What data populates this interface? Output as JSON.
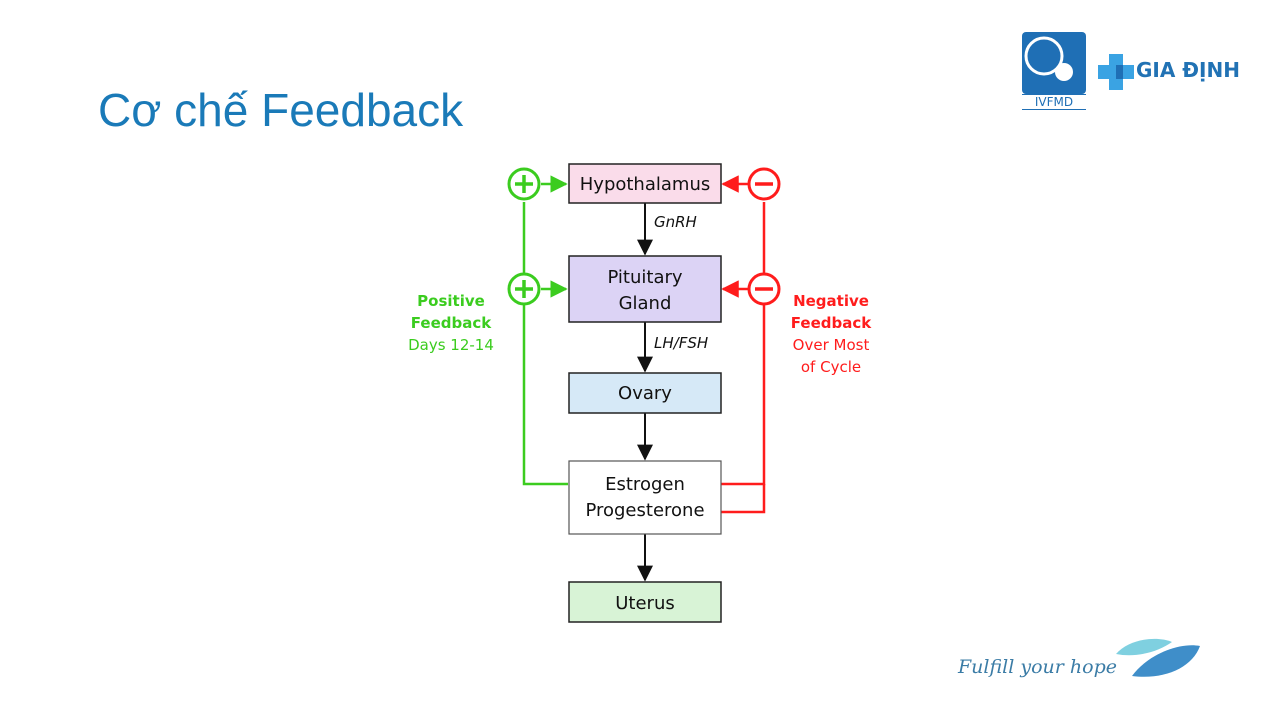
{
  "slide": {
    "title": "Cơ chế Feedback",
    "tagline": "Fulfill your hope"
  },
  "logos": {
    "ivfmd": {
      "text": "IVFMD",
      "icon": "ivfmd-logo-icon",
      "color": "#1f6fb5"
    },
    "giadinh": {
      "text": "GIA ĐỊNH",
      "icon": "medical-cross-icon",
      "color": "#2172b4"
    },
    "leaf": {
      "icon": "leaf-logo-icon",
      "colors": [
        "#7fd0e0",
        "#3f8ec9"
      ]
    }
  },
  "diagram": {
    "nodes": {
      "hypothalamus": {
        "lines": [
          "Hypothalamus"
        ],
        "fill": "#fadcea"
      },
      "pituitary": {
        "lines": [
          "Pituitary",
          "Gland"
        ],
        "fill": "#dcd3f5"
      },
      "ovary": {
        "lines": [
          "Ovary"
        ],
        "fill": "#d6e9f7"
      },
      "hormones": {
        "lines": [
          "Estrogen",
          "Progesterone"
        ],
        "fill": "#ffffff"
      },
      "uterus": {
        "lines": [
          "Uterus"
        ],
        "fill": "#d8f3d6"
      }
    },
    "edge_labels": {
      "gnrh": "GnRH",
      "lhfsh": "LH/FSH"
    },
    "positive_feedback": {
      "title_line1": "Positive",
      "title_line2": "Feedback",
      "subtitle": "Days 12-14",
      "symbol": "+",
      "color": "#3bcc1f"
    },
    "negative_feedback": {
      "title_line1": "Negative",
      "title_line2": "Feedback",
      "subtitle_line1": "Over Most",
      "subtitle_line2": "of Cycle",
      "symbol": "−",
      "color": "#ff1c1c"
    }
  }
}
